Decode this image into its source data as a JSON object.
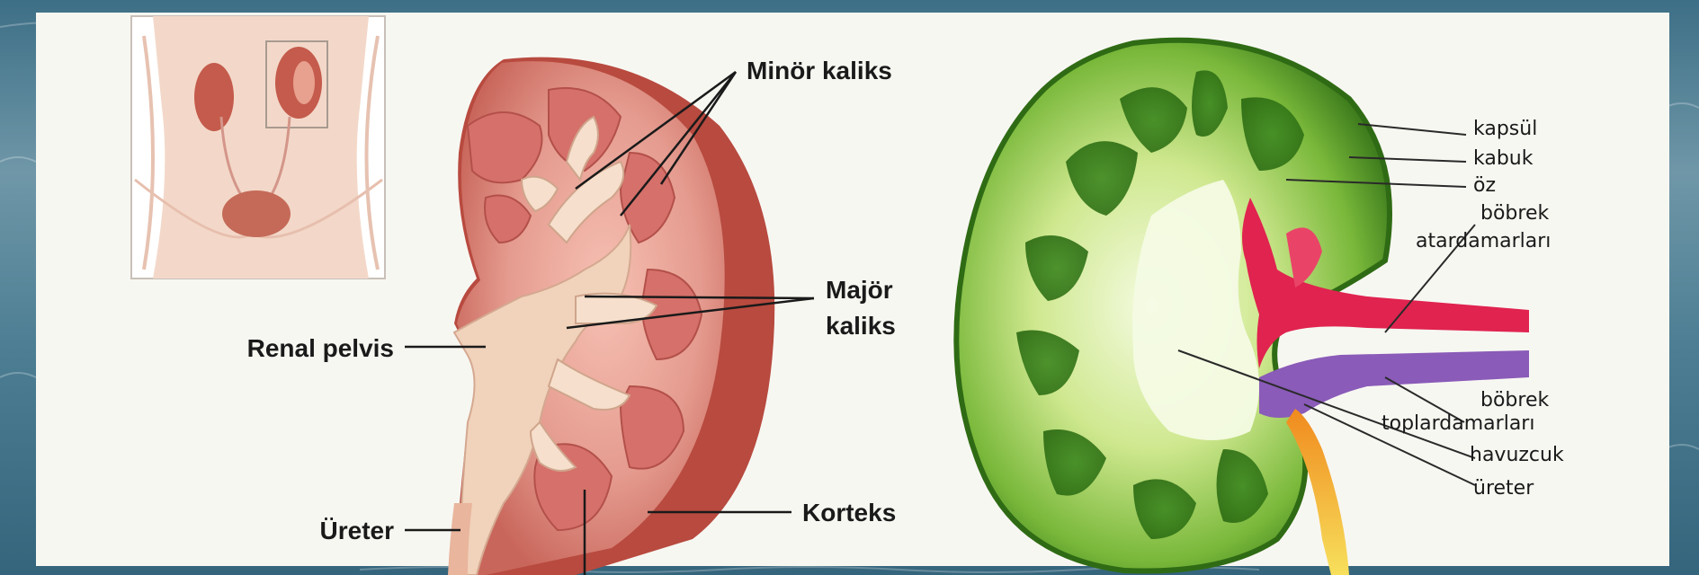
{
  "left_labels": {
    "minor_calyx": "Minör kaliks",
    "major_calyx_line1": "Majör",
    "major_calyx_line2": "kaliks",
    "renal_pelvis": "Renal pelvis",
    "ureter": "Üreter",
    "cortex": "Korteks"
  },
  "right_labels": {
    "capsule": "kapsül",
    "cortex": "kabuk",
    "medulla": "öz",
    "renal_artery_line1": "böbrek",
    "renal_artery_line2": "atardamarları",
    "renal_vein_line1": "böbrek",
    "renal_vein_line2": "toplardamarları",
    "pelvis": "havuzcuk",
    "ureter": "üreter"
  },
  "colors": {
    "left_kidney_outer": "#b84a3f",
    "left_kidney_cortex": "#e9a59a",
    "left_pelvis": "#f1d2bb",
    "right_kidney_outer": "#3f7d1e",
    "right_kidney_inner": "#b7dc74",
    "artery": "#e0234f",
    "vein": "#8a5bb8",
    "ureter": "#f2b52d"
  }
}
